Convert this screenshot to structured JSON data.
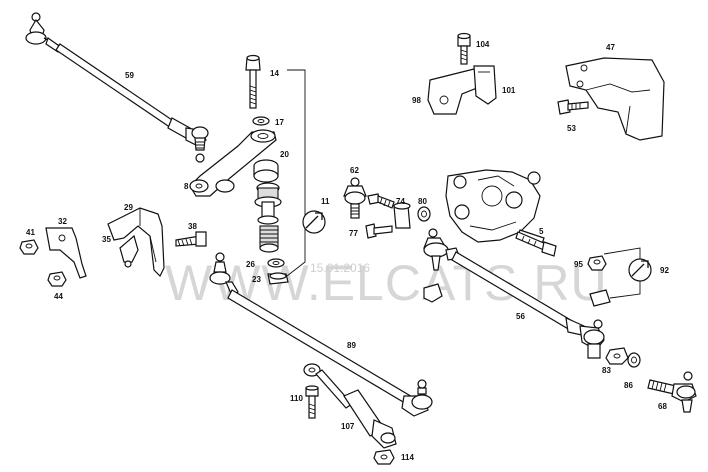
{
  "diagram": {
    "callouts": {
      "c59": "59",
      "c14": "14",
      "c17": "17",
      "c20": "20",
      "c8": "8",
      "c11": "11",
      "c29": "29",
      "c32": "32",
      "c41": "41",
      "c35": "35",
      "c38": "38",
      "c44": "44",
      "c26": "26",
      "c23": "23",
      "c62": "62",
      "c74": "74",
      "c80": "80",
      "c77": "77",
      "c104": "104",
      "c98": "98",
      "c101": "101",
      "c47": "47",
      "c53": "53",
      "c5": "5",
      "c95": "95",
      "c92": "92",
      "c56": "56",
      "c83": "83",
      "c86": "86",
      "c68": "68",
      "c89": "89",
      "c110": "110",
      "c107": "107",
      "c114": "114"
    },
    "watermark": "WWW.ELCATS.RU",
    "watermark_date": "15.01.2016"
  },
  "colors": {
    "line": "#111111",
    "watermark": "#cfcfcf"
  }
}
